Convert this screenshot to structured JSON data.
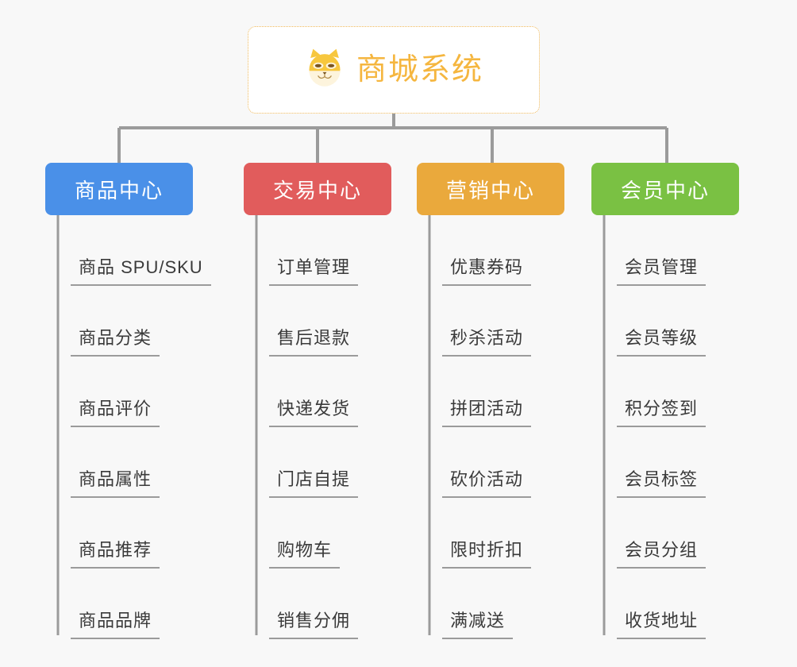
{
  "page": {
    "background_color": "#f8f8f8",
    "type": "mindmap-tree"
  },
  "root": {
    "title": "商城系统",
    "icon": "shiba-dog-face-icon",
    "title_color": "#f5b63f",
    "border_color": "#f0b95a",
    "background_color": "#ffffff"
  },
  "connector": {
    "color": "#9b9b9b"
  },
  "columns": [
    {
      "label": "商品中心",
      "color": "#4a90e8",
      "leaves": [
        "商品 SPU/SKU",
        "商品分类",
        "商品评价",
        "商品属性",
        "商品推荐",
        "商品品牌"
      ]
    },
    {
      "label": "交易中心",
      "color": "#e15c5c",
      "leaves": [
        "订单管理",
        "售后退款",
        "快递发货",
        "门店自提",
        "购物车",
        "销售分佣"
      ]
    },
    {
      "label": "营销中心",
      "color": "#eaa93c",
      "leaves": [
        "优惠券码",
        "秒杀活动",
        "拼团活动",
        "砍价活动",
        "限时折扣",
        "满减送"
      ]
    },
    {
      "label": "会员中心",
      "color": "#7ac143",
      "leaves": [
        "会员管理",
        "会员等级",
        "积分签到",
        "会员标签",
        "会员分组",
        "收货地址"
      ]
    }
  ]
}
